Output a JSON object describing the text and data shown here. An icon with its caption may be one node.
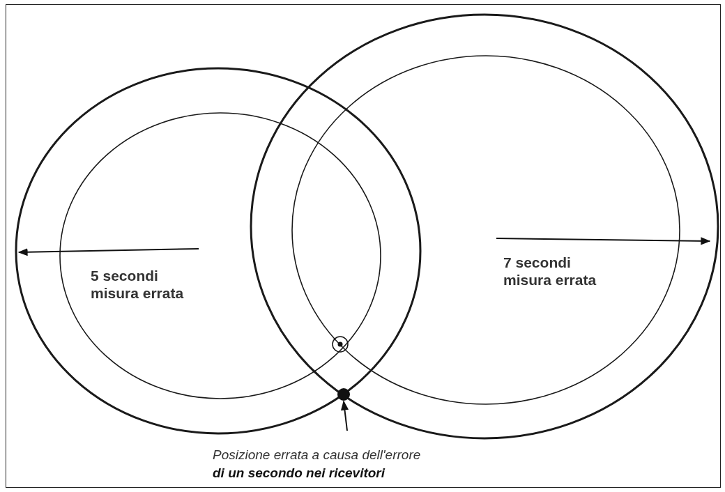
{
  "diagram": {
    "nodes": [
      {
        "text": [
          "Posizione errata a causa dell'errore **di un secondo nei ricevitori**"
        ]
      },
      {
        "text": [],
        "shape": "circle"
      }
    ],
    "edges": [
      {
        "from": 0,
        "to": 1,
        "arrow": "to"
      }
    ],
    "labels": [
      "5 secondi misura errata",
      "7 secondi misura errata"
    ]
  }
}
